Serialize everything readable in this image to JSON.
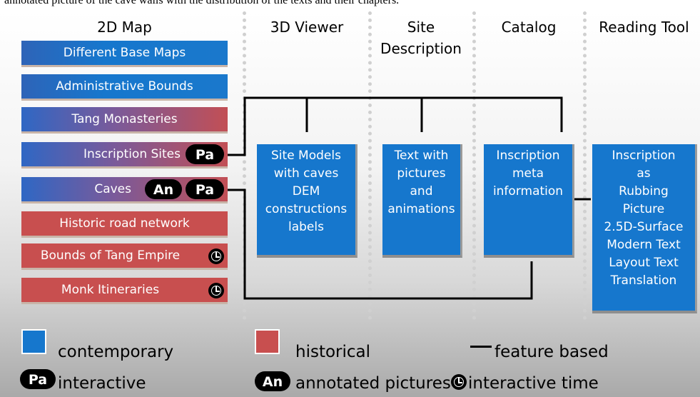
{
  "caption": "annotated picture of the cave walls with the distribution of the texts and their chapters.",
  "columns": {
    "map2d": "2D Map",
    "viewer3d": "3D Viewer",
    "site_desc_line1": "Site",
    "site_desc_line2": "Description",
    "catalog": "Catalog",
    "reading": "Reading Tool"
  },
  "bars": [
    {
      "label": "Different Base Maps",
      "kind": "contemporary"
    },
    {
      "label": "Administrative Bounds",
      "kind": "contemporary"
    },
    {
      "label": "Tang Monasteries",
      "kind": "mixed"
    },
    {
      "label": "Inscription Sites",
      "kind": "mixed",
      "badges": [
        "Pa"
      ]
    },
    {
      "label": "Caves",
      "kind": "mixed",
      "badges": [
        "An",
        "Pa"
      ]
    },
    {
      "label": "Historic  road network",
      "kind": "historical"
    },
    {
      "label": "Bounds of Tang Empire",
      "kind": "historical",
      "icon": "clock-icon"
    },
    {
      "label": "Monk Itineraries",
      "kind": "historical",
      "icon": "clock-icon"
    }
  ],
  "boxes": {
    "site_models": [
      "Site Models",
      "with caves",
      "DEM",
      "constructions",
      "labels"
    ],
    "text_pictures": [
      "Text with",
      "pictures",
      "and",
      "animations"
    ],
    "inscription_meta": [
      "Inscription",
      "meta",
      "information"
    ],
    "reading_tool": [
      "Inscription",
      "as",
      "Rubbing",
      "Picture",
      "2.5D-Surface",
      "Modern Text",
      "Layout Text",
      "Translation"
    ]
  },
  "badges": {
    "pa": "Pa",
    "an": "An"
  },
  "legend": {
    "contemporary": "contemporary",
    "historical": "historical",
    "feature_based": "feature based",
    "interactive": "interactive",
    "annotated": "annotated pictures",
    "interactive_time": "interactive time"
  },
  "colors": {
    "contemporary": "#1677cd",
    "historical": "#c84f4f",
    "line": "#000000"
  }
}
